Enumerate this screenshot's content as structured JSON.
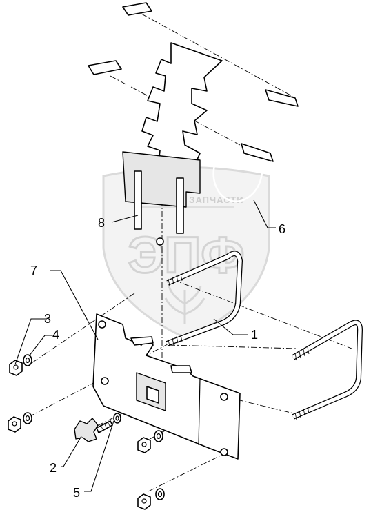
{
  "callouts": [
    {
      "id": "1",
      "text": "1"
    },
    {
      "id": "2",
      "text": "2"
    },
    {
      "id": "3",
      "text": "3"
    },
    {
      "id": "4",
      "text": "4"
    },
    {
      "id": "5",
      "text": "5"
    },
    {
      "id": "6",
      "text": "6"
    },
    {
      "id": "7",
      "text": "7"
    },
    {
      "id": "8",
      "text": "8"
    }
  ],
  "watermark": {
    "top_text": "ТЕХНИКА И ЗАПЧАСТИ",
    "big_text": "ЭПФ"
  }
}
